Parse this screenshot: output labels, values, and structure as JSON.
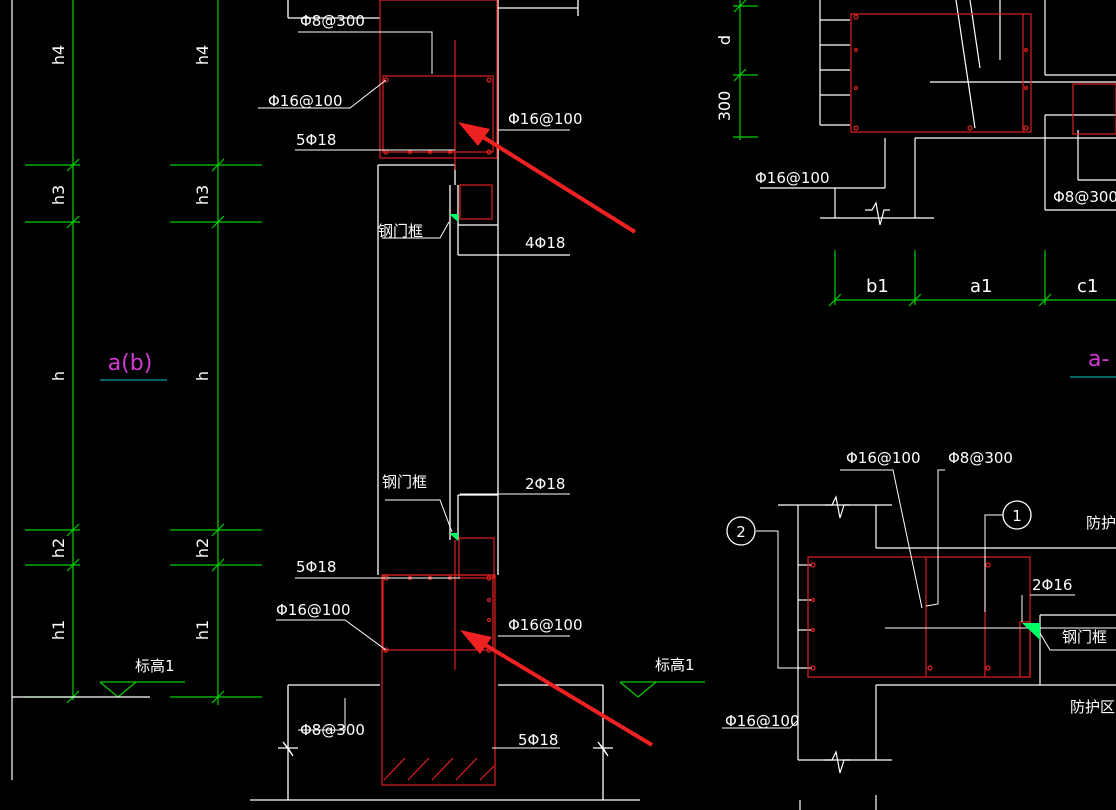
{
  "labels": {
    "h4": "h4",
    "h3": "h3",
    "h": "h",
    "h2": "h2",
    "h1": "h1",
    "a_b": "a(b)",
    "a_dash": "a-",
    "elevation": "标高1",
    "phi8_300": "Φ8@300",
    "phi16_100": "Φ16@100",
    "five_phi18": "5Φ18",
    "four_phi18": "4Φ18",
    "two_phi18": "2Φ18",
    "two_phi16": "2Φ16",
    "steel_door_frame": "钢门框",
    "d": "d",
    "three_hundred": "300",
    "b1": "b1",
    "a1": "a1",
    "c1": "c1",
    "callout_1": "1",
    "callout_2": "2",
    "protect_zone_1": "防护区",
    "protect_zone_2": "防护区内"
  },
  "colors": {
    "background": "#000000",
    "dimension_line": "#00d000",
    "concrete_outline": "#ffffff",
    "rebar": "#e02020",
    "annotation_magenta": "#d23ad2",
    "arrow": "#ee2222",
    "frame_fill": "#00ff66",
    "cyan_underline": "#00a0a0"
  }
}
